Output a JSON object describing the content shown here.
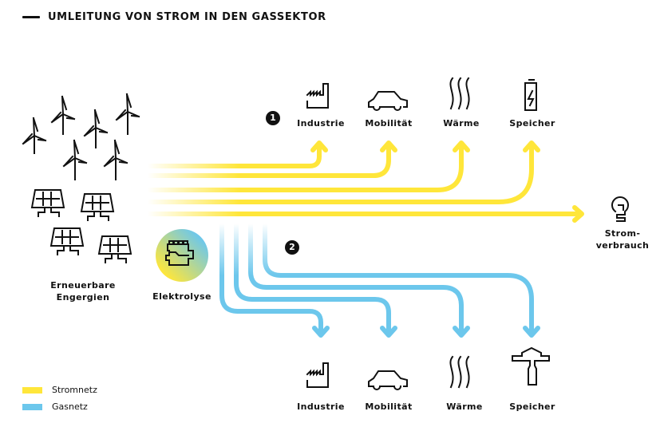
{
  "title": "UMLEITUNG VON STROM IN DEN GASSEKTOR",
  "colors": {
    "strom": "#FFE63A",
    "gas": "#6CC7EC",
    "ink": "#111111"
  },
  "sources": {
    "renewables_label_line1": "Erneuerbare",
    "renewables_label_line2": "Engergien",
    "renewables_icons": [
      "wind-turbine-icon",
      "solar-panel-icon"
    ],
    "electrolysis_label": "Elektrolyse",
    "electrolysis_icon": "electrolyzer-icon"
  },
  "path1": {
    "badge": "1",
    "targets": [
      {
        "label": "Industrie",
        "icon": "factory-icon"
      },
      {
        "label": "Mobilität",
        "icon": "car-icon"
      },
      {
        "label": "Wärme",
        "icon": "heat-waves-icon"
      },
      {
        "label": "Speicher",
        "icon": "battery-icon"
      }
    ],
    "direct_target": {
      "label_line1": "Strom-",
      "label_line2": "verbrauch",
      "icon": "light-bulb-icon"
    }
  },
  "path2": {
    "badge": "2",
    "targets": [
      {
        "label": "Industrie",
        "icon": "factory-icon"
      },
      {
        "label": "Mobilität",
        "icon": "car-icon"
      },
      {
        "label": "Wärme",
        "icon": "heat-waves-icon"
      },
      {
        "label": "Speicher",
        "icon": "gas-storage-icon"
      }
    ]
  },
  "legend": [
    {
      "label": "Stromnetz",
      "color": "#FFE63A"
    },
    {
      "label": "Gasnetz",
      "color": "#6CC7EC"
    }
  ]
}
